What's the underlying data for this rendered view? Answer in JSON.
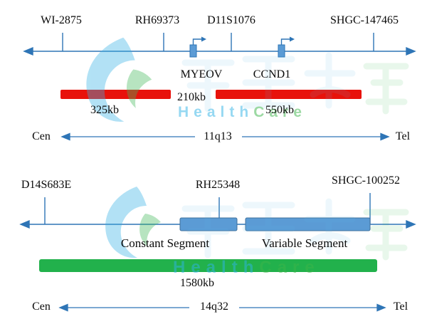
{
  "watermark": {
    "health": "Health",
    "care": "Care"
  },
  "map1": {
    "markers": [
      {
        "label": "WI-2875"
      },
      {
        "label": "RH69373"
      },
      {
        "label": "D11S1076"
      },
      {
        "label": "SHGC-147465"
      }
    ],
    "genes": [
      {
        "label": "MYEOV"
      },
      {
        "label": "CCND1"
      }
    ],
    "bars": {
      "left_label": "325kb",
      "gap_label": "210kb",
      "right_label": "550kb"
    },
    "footer": {
      "cen": "Cen",
      "region": "11q13",
      "tel": "Tel"
    }
  },
  "map2": {
    "markers": [
      {
        "label": "D14S683E"
      },
      {
        "label": "RH25348"
      },
      {
        "label": "SHGC-100252"
      }
    ],
    "segments": [
      {
        "label": "Constant Segment"
      },
      {
        "label": "Variable Segment"
      }
    ],
    "bar_label": "1580kb",
    "footer": {
      "cen": "Cen",
      "region": "14q32",
      "tel": "Tel"
    }
  },
  "colors": {
    "axis_blue": "#2e75b6",
    "bar_red": "#e8120b",
    "bar_green": "#22b14c",
    "segment_blue": "#5b9bd5",
    "watermark_blue": "#2fb3e6",
    "watermark_green": "#3cb54a"
  }
}
